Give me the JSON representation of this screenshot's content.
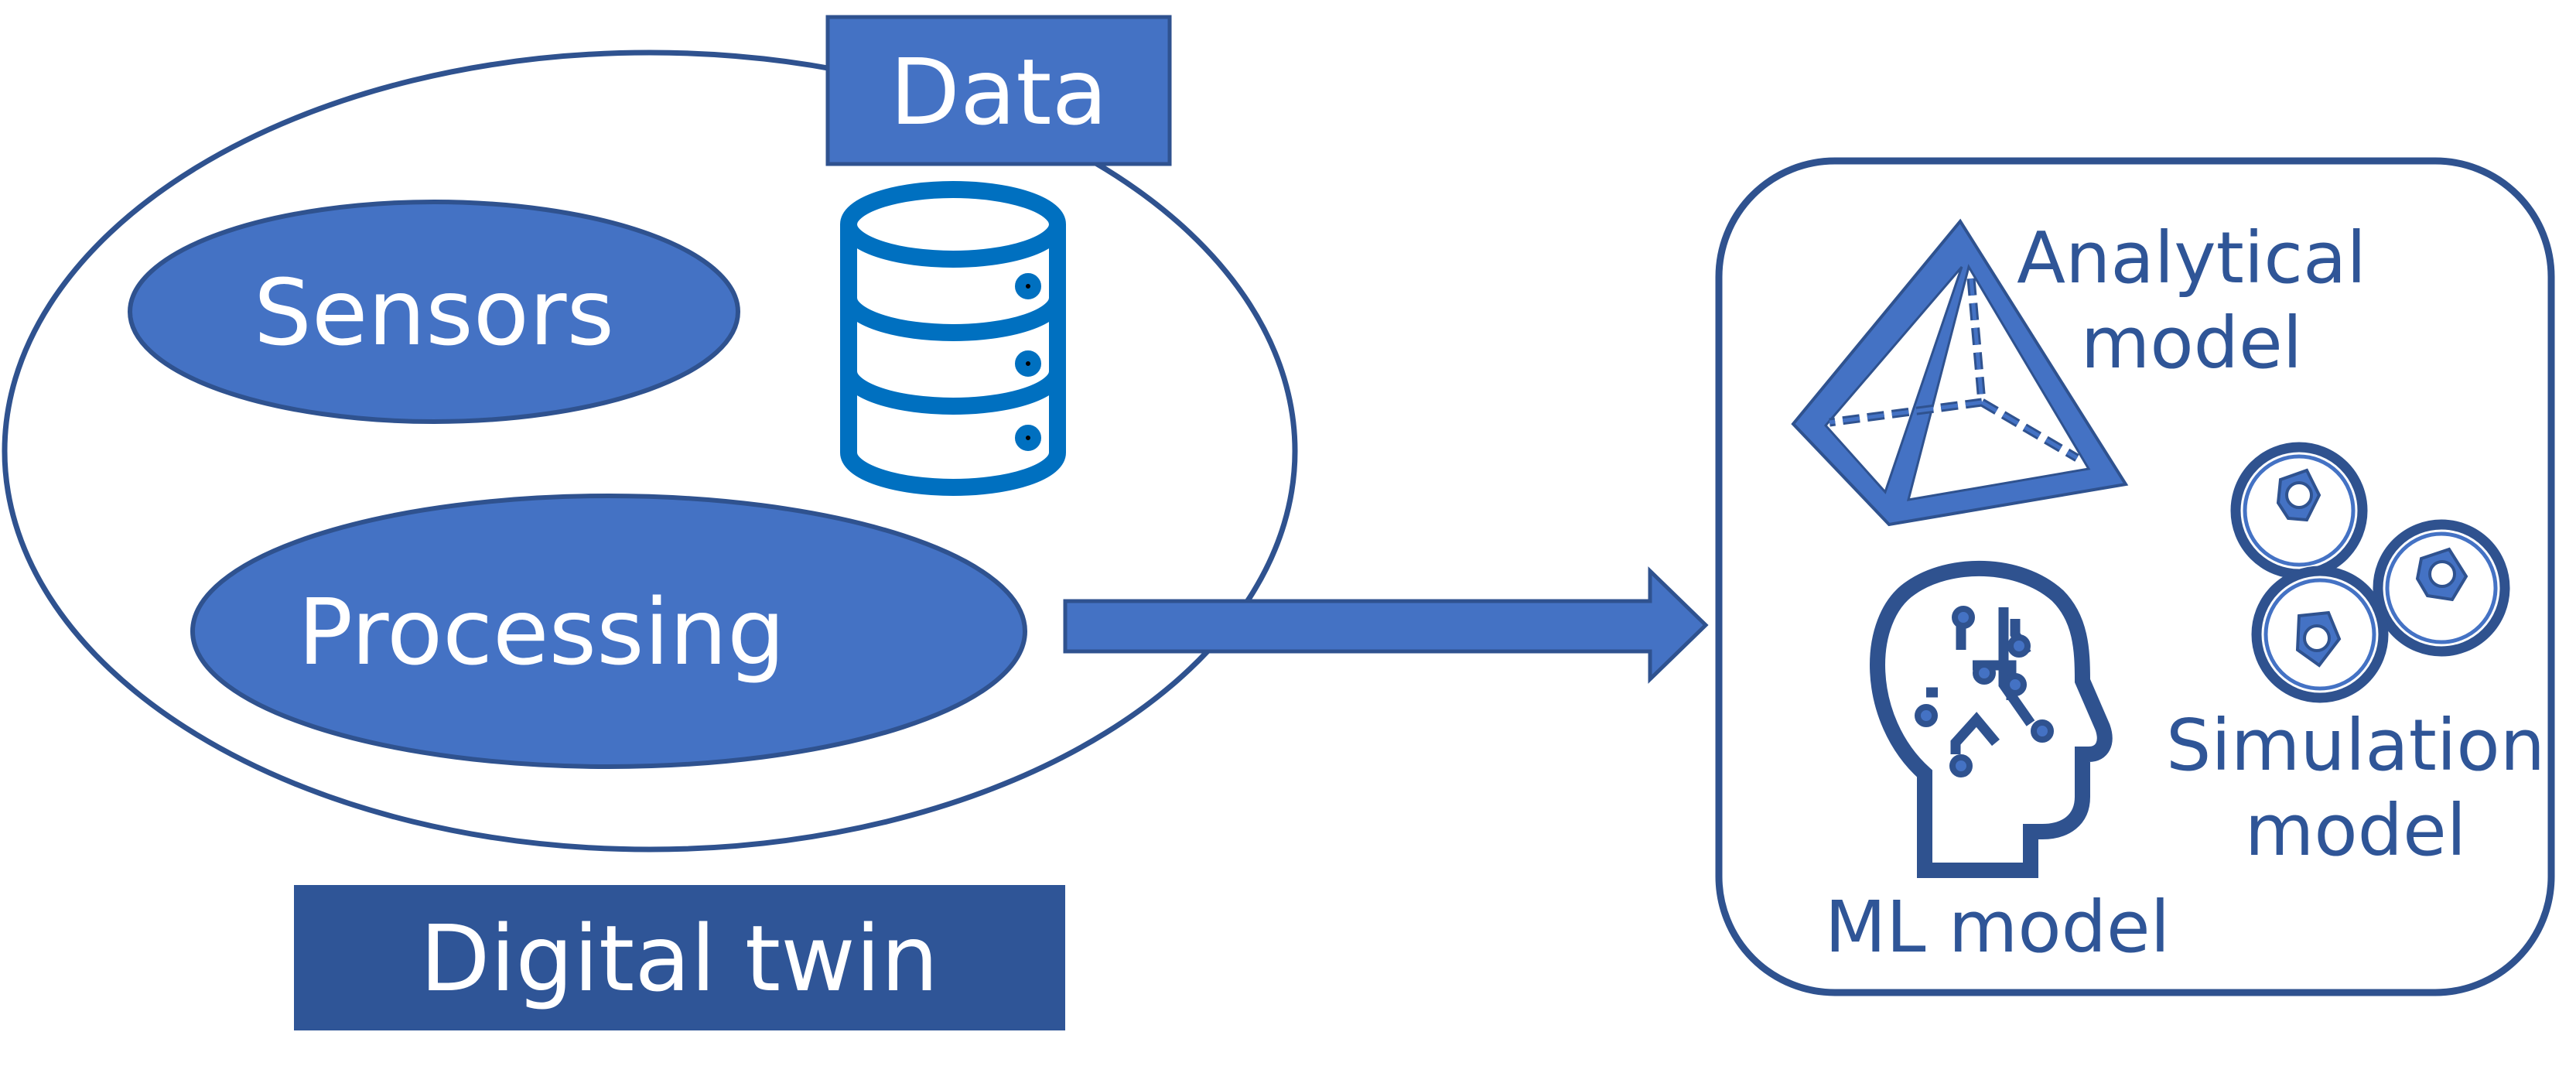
{
  "diagram": {
    "title": "Digital twin",
    "colors": {
      "shape_fill": "#4472C4",
      "shape_stroke": "#2F528F",
      "database_icon": "#0070C0",
      "title_box": "#2F5597",
      "text_light": "#FFFFFF",
      "text_dark": "#2F5597"
    },
    "digital_twin": {
      "data_label": "Data",
      "sensors_label": "Sensors",
      "processing_label": "Processing",
      "database_icon": "database-icon",
      "caption": "Digital twin"
    },
    "arrow": {
      "direction": "right",
      "from": "Processing",
      "to": "Models"
    },
    "models": {
      "analytical": {
        "label_line1": "Analytical",
        "label_line2": "model",
        "icon": "pyramid-icon"
      },
      "ml": {
        "label": "ML model",
        "icon": "ai-head-icon"
      },
      "simulation": {
        "label_line1": "Simulation",
        "label_line2": "model",
        "icon": "cells-icon"
      }
    }
  }
}
